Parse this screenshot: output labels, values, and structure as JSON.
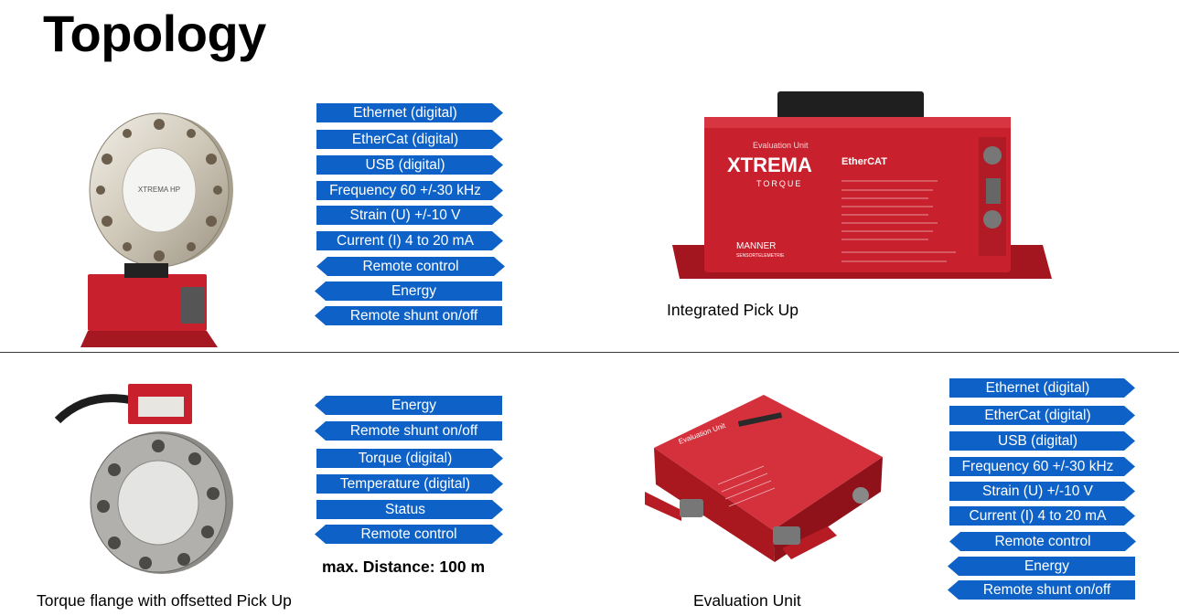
{
  "title": "Topology",
  "top_left_arrows": [
    {
      "label": "Ethernet (digital)",
      "dir": "right"
    },
    {
      "label": "EtherCat (digital)",
      "dir": "right"
    },
    {
      "label": "USB (digital)",
      "dir": "right"
    },
    {
      "label": "Frequency 60 +/-30 kHz",
      "dir": "right"
    },
    {
      "label": "Strain (U) +/-10 V",
      "dir": "right"
    },
    {
      "label": "Current (I) 4 to 20 mA",
      "dir": "right"
    },
    {
      "label": "Remote control",
      "dir": "both"
    },
    {
      "label": "Energy",
      "dir": "left"
    },
    {
      "label": "Remote shunt on/off",
      "dir": "left"
    }
  ],
  "bottom_middle_arrows": [
    {
      "label": "Energy",
      "dir": "left"
    },
    {
      "label": "Remote shunt on/off",
      "dir": "left"
    },
    {
      "label": "Torque (digital)",
      "dir": "right"
    },
    {
      "label": "Temperature (digital)",
      "dir": "right"
    },
    {
      "label": "Status",
      "dir": "right"
    },
    {
      "label": "Remote control",
      "dir": "both"
    }
  ],
  "bottom_right_arrows": [
    {
      "label": "Ethernet (digital)",
      "dir": "right"
    },
    {
      "label": "EtherCat (digital)",
      "dir": "right"
    },
    {
      "label": "USB (digital)",
      "dir": "right"
    },
    {
      "label": "Frequency 60 +/-30 kHz",
      "dir": "right"
    },
    {
      "label": "Strain (U) +/-10 V",
      "dir": "right"
    },
    {
      "label": "Current (I) 4 to 20 mA",
      "dir": "right"
    },
    {
      "label": "Remote control",
      "dir": "both"
    },
    {
      "label": "Energy",
      "dir": "left"
    },
    {
      "label": "Remote shunt on/off",
      "dir": "left"
    }
  ],
  "captions": {
    "integrated": "Integrated Pick Up",
    "flange": "Torque flange with offsetted Pick Up",
    "eval_unit": "Evaluation Unit",
    "distance": "max. Distance: 100 m"
  },
  "device_labels": {
    "xtrema_hp": "XTREMA HP",
    "eval_unit": "Evaluation Unit",
    "xtrema": "XTREMA",
    "torque": "TORQUE",
    "ethercat": "EtherCAT",
    "manner": "MANNER",
    "sensortelemetrie": "SENSORTELEMETRIE"
  },
  "colors": {
    "arrow": "#0e62c7",
    "device_red": "#c8202c"
  }
}
